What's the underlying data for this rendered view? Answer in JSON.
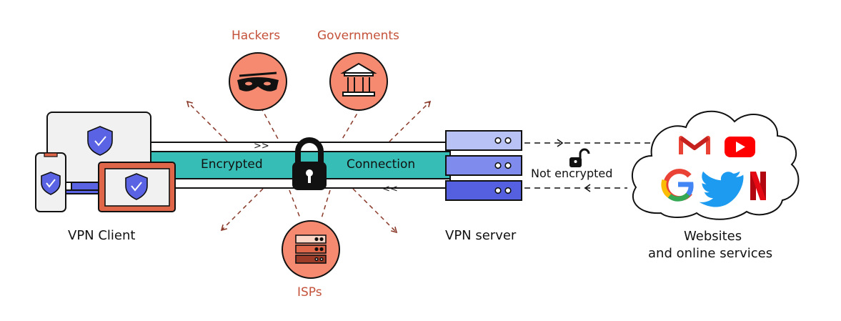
{
  "threats": {
    "hackers": "Hackers",
    "governments": "Governments",
    "isps": "ISPs"
  },
  "tunnel": {
    "left_label": "Encrypted",
    "right_label": "Connection"
  },
  "client": {
    "label": "VPN Client"
  },
  "server": {
    "label": "VPN server"
  },
  "link": {
    "label": "Not encrypted"
  },
  "cloud": {
    "line1": "Websites",
    "line2": "and online services"
  },
  "colors": {
    "threat_fill": "#f58a70",
    "threat_text": "#c4523a",
    "tunnel": "#36bdb5",
    "shield": "#5a63e3",
    "server_light": "#b8c2f5",
    "server_mid": "#7f8cee",
    "server_dark": "#5460e0",
    "arrow": "#8a3a2a"
  },
  "icons": {
    "threat_hackers": "masked-hacker-icon",
    "threat_governments": "government-building-icon",
    "threat_isps": "isp-server-icon",
    "lock": "padlock-closed-icon",
    "unlock": "padlock-open-icon",
    "services": [
      "gmail-icon",
      "youtube-icon",
      "google-icon",
      "twitter-icon",
      "netflix-icon"
    ]
  }
}
